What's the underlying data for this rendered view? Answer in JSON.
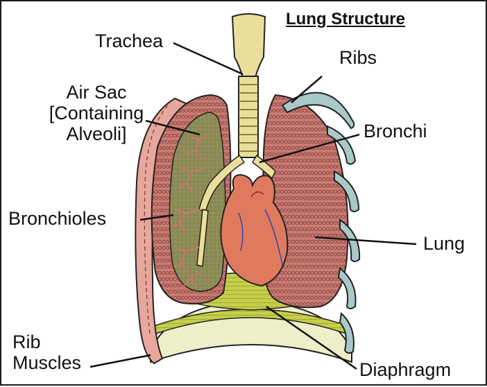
{
  "title": "Lung Structure",
  "labels": {
    "trachea": "Trachea",
    "ribs": "Ribs",
    "air_sac_line1": "Air Sac",
    "air_sac_line2": "[Containing",
    "air_sac_line3": "Alveoli]",
    "bronchi": "Bronchi",
    "bronchioles": "Bronchioles",
    "lung": "Lung",
    "rib_line1": "Rib",
    "rib_line2": "Muscles",
    "diaphragm": "Diaphragm"
  },
  "colors": {
    "lung_fill": "#c97a72",
    "lung_cell_line": "#7a3a36",
    "cut_lung_fill": "#8e8c57",
    "trachea_fill": "#eadf9a",
    "rib_fill": "#a9c9c8",
    "diaphragm_fill": "#c7cf4a",
    "heart_fill": "#e07a5f",
    "vein_color": "#3346a8",
    "bronchiole_color": "#e07070",
    "leader_line": "#111111"
  }
}
